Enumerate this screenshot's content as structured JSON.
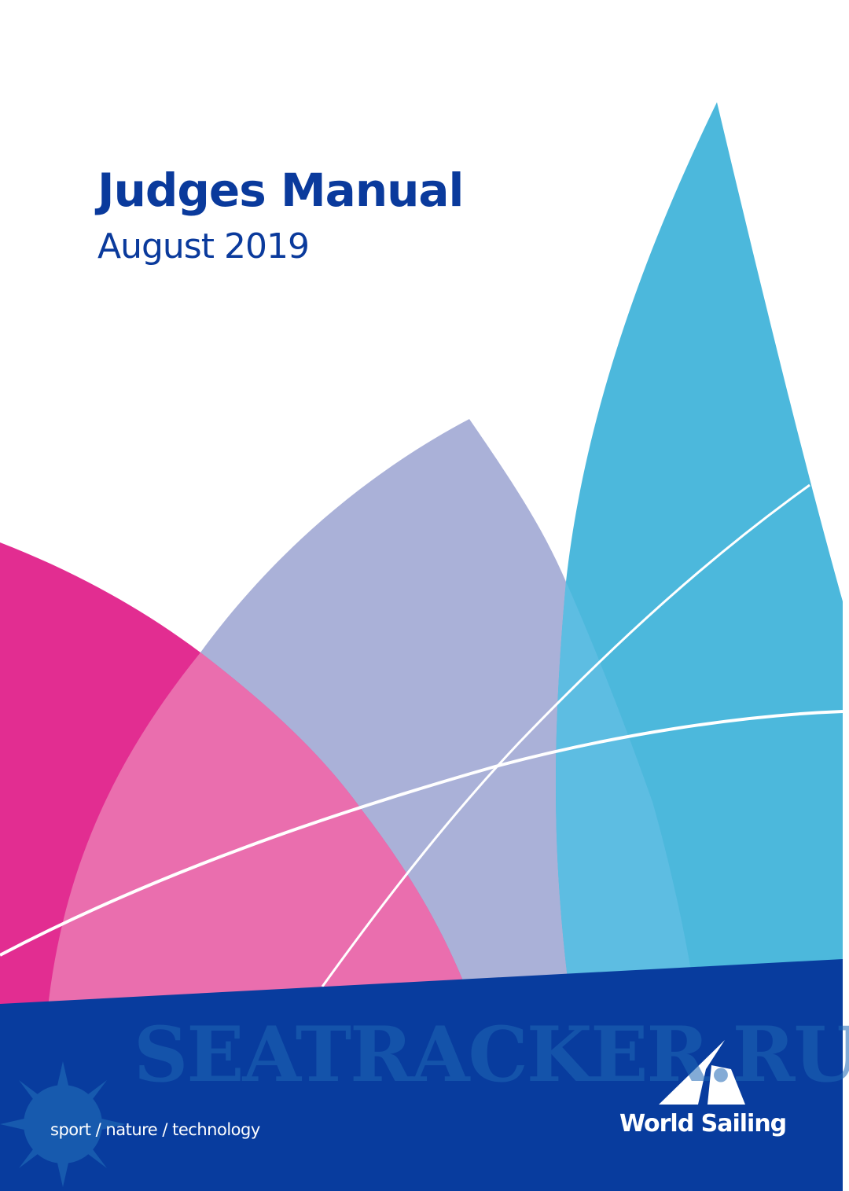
{
  "cover": {
    "title": "Judges Manual",
    "subtitle": "August 2019",
    "tagline": "sport / nature / technology",
    "brand": "World Sailing",
    "watermark": "SEATRACKER.RU"
  },
  "colors": {
    "navy": "#083c9e",
    "magenta": "#e22d91",
    "pink_overlap": "#ea6eae",
    "lavender": "#aab1d8",
    "cyan": "#4cb8dc",
    "cyan_overlap": "#5dbde2"
  }
}
